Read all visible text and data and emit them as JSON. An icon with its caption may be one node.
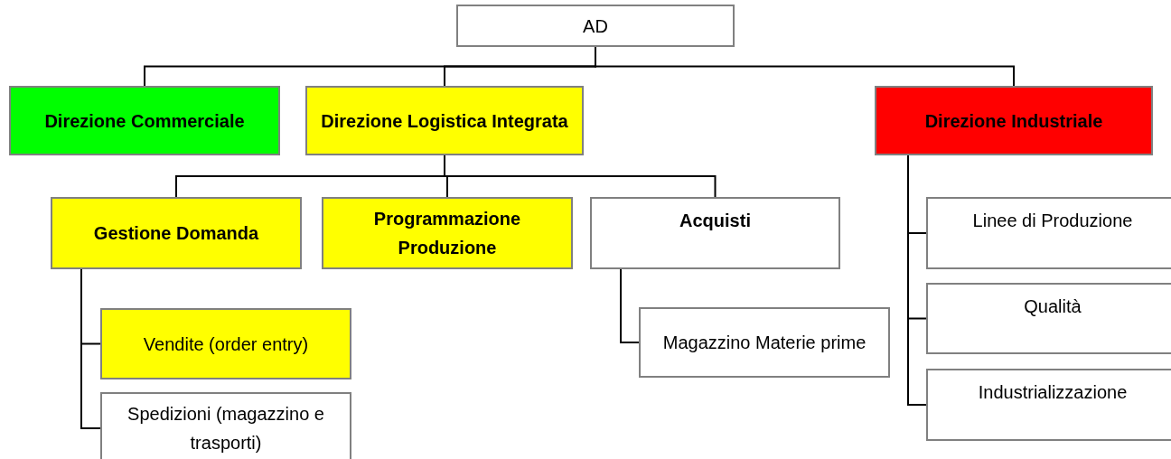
{
  "diagram": {
    "nodes": [
      {
        "text": [
          "AD"
        ]
      },
      {
        "text": [
          "Direzione Commerciale"
        ]
      },
      {
        "text": [
          "Direzione Logistica Integrata"
        ]
      },
      {
        "text": [
          "Direzione Industriale"
        ]
      },
      {
        "text": [
          "Gestione Domanda"
        ]
      },
      {
        "text": [
          "Programmazione Produzione"
        ]
      },
      {
        "text": [
          "Acquisti"
        ]
      },
      {
        "text": [
          "Vendite (order entry)"
        ]
      },
      {
        "text": [
          "Spedizioni (magazzino e trasporti)"
        ]
      },
      {
        "text": [
          "Magazzino Materie prime"
        ]
      },
      {
        "text": [
          "Linee di Produzione"
        ]
      },
      {
        "text": [
          "Qualità"
        ]
      },
      {
        "text": [
          "Industrializzazione"
        ]
      }
    ],
    "edges": [
      {
        "from": 0,
        "to": 1,
        "arrow": "none"
      },
      {
        "from": 0,
        "to": 2,
        "arrow": "none"
      },
      {
        "from": 0,
        "to": 3,
        "arrow": "none"
      },
      {
        "from": 2,
        "to": 4,
        "arrow": "none"
      },
      {
        "from": 2,
        "to": 5,
        "arrow": "none"
      },
      {
        "from": 2,
        "to": 6,
        "arrow": "none"
      },
      {
        "from": 4,
        "to": 7,
        "arrow": "none"
      },
      {
        "from": 4,
        "to": 8,
        "arrow": "none"
      },
      {
        "from": 6,
        "to": 9,
        "arrow": "none"
      },
      {
        "from": 3,
        "to": 10,
        "arrow": "none"
      },
      {
        "from": 3,
        "to": 11,
        "arrow": "none"
      },
      {
        "from": 3,
        "to": 12,
        "arrow": "none"
      }
    ]
  }
}
